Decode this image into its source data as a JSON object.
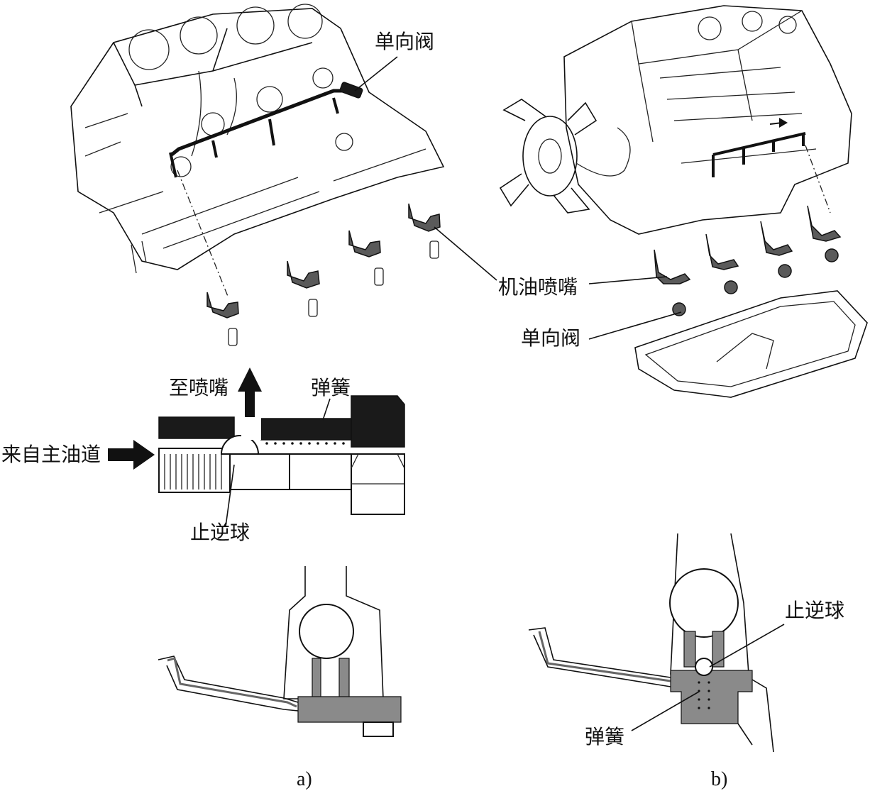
{
  "labels": {
    "check_valve": "单向阀",
    "oil_nozzle": "机油喷嘴",
    "check_valve_b": "单向阀",
    "to_nozzle": "至喷嘴",
    "spring": "弹簧",
    "from_main_gallery": "来自主油道",
    "check_ball": "止逆球",
    "check_ball_b": "止逆球",
    "spring_b": "弹簧"
  },
  "captions": {
    "a": "a)",
    "b": "b)"
  },
  "colors": {
    "ink": "#111111",
    "fill_dark": "#1a1a1a",
    "fill_stipple": "#8a8a8a",
    "paper": "#ffffff"
  },
  "icons": {
    "flow_arrow": "arrow-right-icon",
    "outlet_arrow": "arrow-up-icon"
  }
}
